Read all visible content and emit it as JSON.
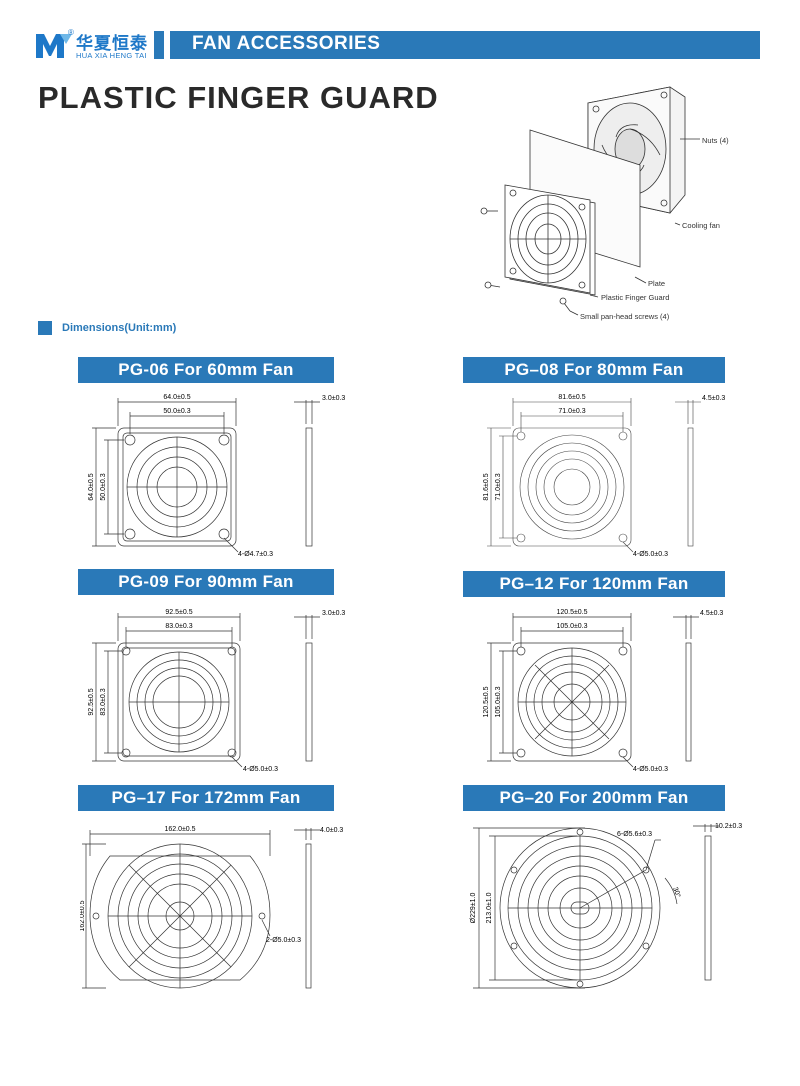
{
  "brand": {
    "name_cn": "华夏恒泰",
    "name_en": "HUA XIA HENG TAI",
    "registered": "®",
    "color": "#1e78c8"
  },
  "header": {
    "section": "FAN ACCESSORIES",
    "bar_color": "#2a79b8"
  },
  "page_title": "PLASTIC FINGER GUARD",
  "assembly_callouts": {
    "nuts": "Nuts (4)",
    "cooling_fan": "Cooling fan",
    "plate": "Plate",
    "finger_guard": "Plastic Finger Guard",
    "screws": "Small pan-head screws (4)"
  },
  "dimensions_label": "Dimensions(Unit:mm)",
  "models": [
    {
      "title": "PG-06 For 60mm Fan",
      "outer": "64.0±0.5",
      "inner": "50.0±0.3",
      "thickness": "3.0±0.3",
      "holes": "4-Ø4.7±0.3"
    },
    {
      "title": "PG–08 For 80mm Fan",
      "outer": "81.6±0.5",
      "inner": "71.0±0.3",
      "thickness": "4.5±0.3",
      "holes": "4-Ø5.0±0.3"
    },
    {
      "title": "PG-09 For 90mm Fan",
      "outer": "92.5±0.5",
      "inner": "83.0±0.3",
      "thickness": "3.0±0.3",
      "holes": "4-Ø5.0±0.3"
    },
    {
      "title": "PG–12 For 120mm Fan",
      "outer": "120.5±0.5",
      "inner": "105.0±0.3",
      "thickness": "4.5±0.3",
      "holes": "4-Ø5.0±0.3"
    },
    {
      "title": "PG–17 For 172mm Fan",
      "outer": "162.0±0.5",
      "thickness": "4.0±0.3",
      "holes": "2-Ø5.0±0.3"
    },
    {
      "title": "PG–20 For 200mm Fan",
      "outer": "Ø229±1.0",
      "inner": "213.0±1.0",
      "thickness": "10.2±0.3",
      "holes": "6-Ø5.6±0.3",
      "angle": "30°"
    }
  ]
}
